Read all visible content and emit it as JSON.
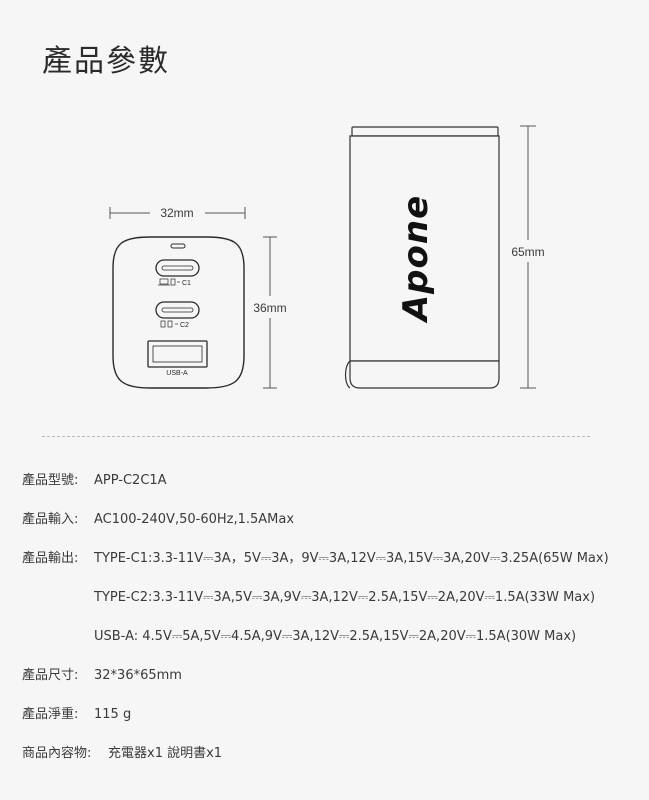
{
  "page": {
    "title": "產品參數"
  },
  "figure": {
    "width_label": "32mm",
    "depth_label": "36mm",
    "height_label": "65mm",
    "port_c1": "C1",
    "port_c2": "C2",
    "port_a": "USB-A",
    "brand": "Apone"
  },
  "specs": {
    "model": {
      "label": "產品型號:",
      "value": "APP-C2C1A"
    },
    "input": {
      "label": "產品輸入:",
      "value": "AC100-240V,50-60Hz,1.5AMax"
    },
    "output": {
      "label": "產品輸出:",
      "lines": [
        "TYPE-C1:3.3-11V⎓3A，5V⎓3A，9V⎓3A,12V⎓3A,15V⎓3A,20V⎓3.25A(65W Max)",
        "TYPE-C2:3.3-11V⎓3A,5V⎓3A,9V⎓3A,12V⎓2.5A,15V⎓2A,20V⎓1.5A(33W Max)",
        "USB-A: 4.5V⎓5A,5V⎓4.5A,9V⎓3A,12V⎓2.5A,15V⎓2A,20V⎓1.5A(30W Max)"
      ]
    },
    "size": {
      "label": "產品尺寸:",
      "value": "32*36*65mm"
    },
    "weight": {
      "label": "產品淨重:",
      "value": "115 g"
    },
    "contents": {
      "label": "商品內容物:",
      "value": "充電器x1  說明書x1"
    }
  }
}
